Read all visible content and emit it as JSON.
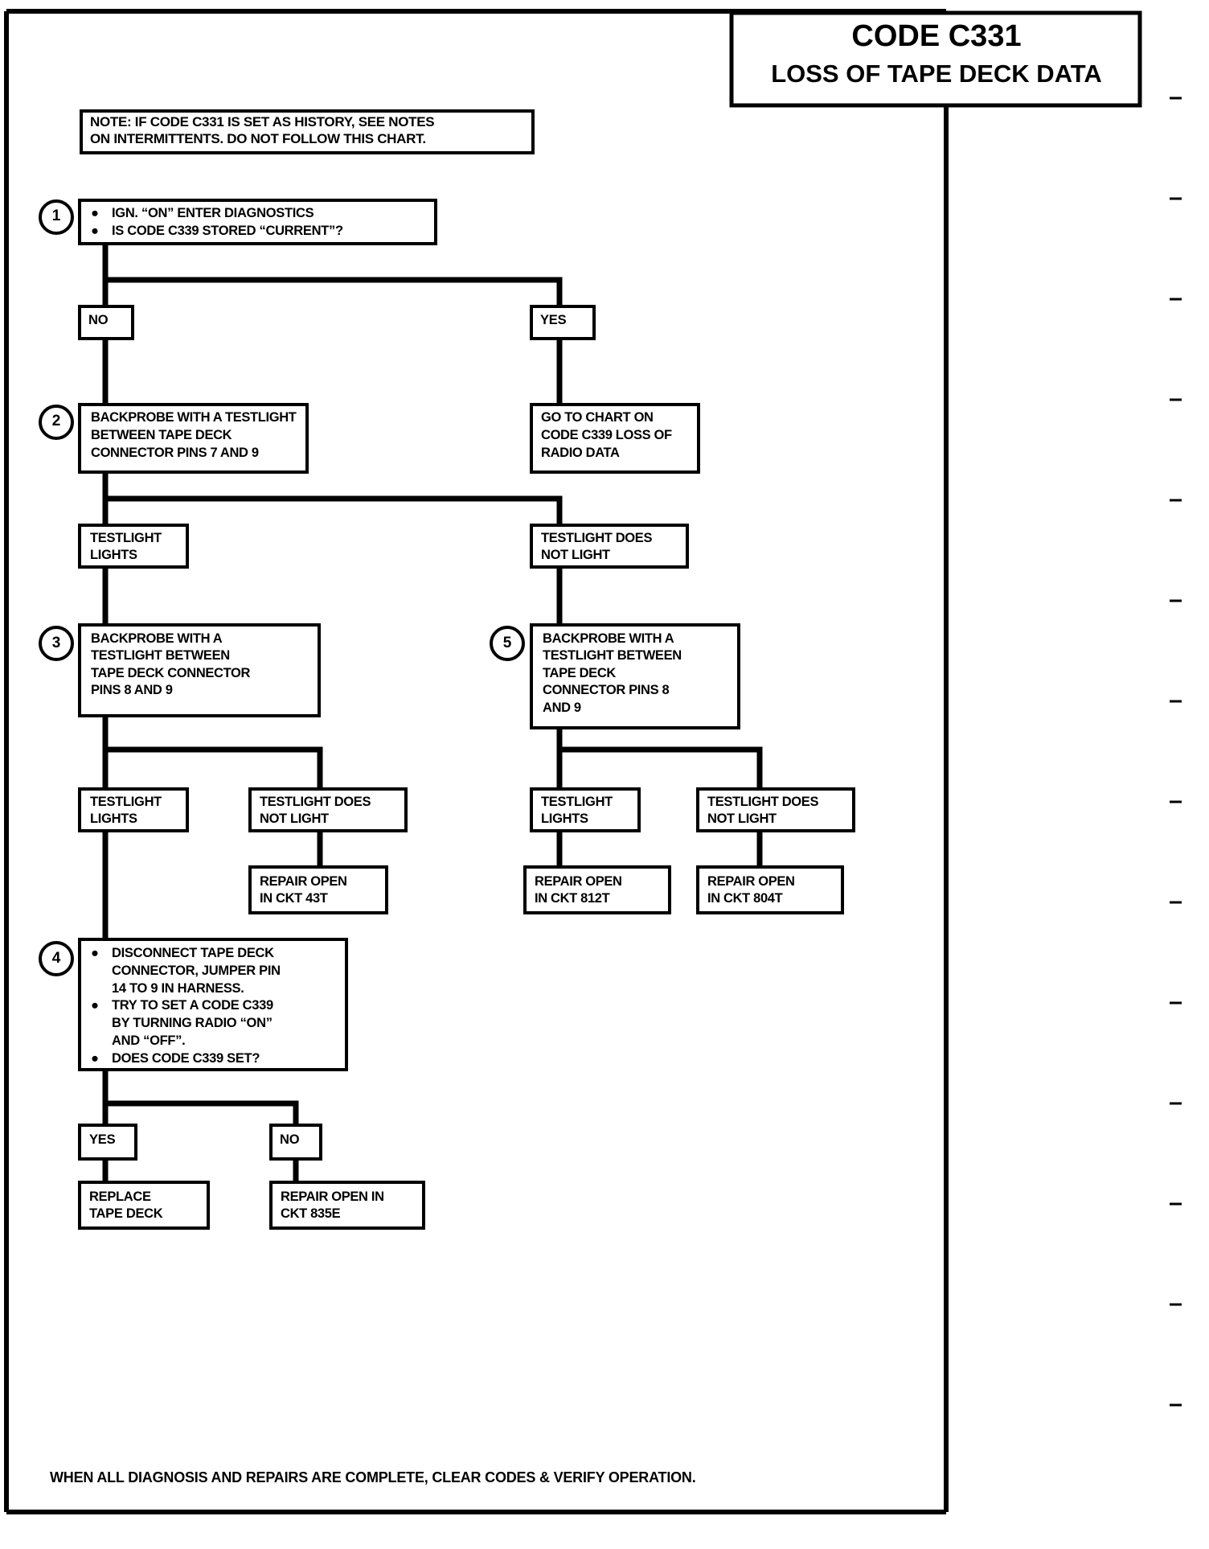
{
  "document": {
    "title_line1": "CODE C331",
    "title_line2": "LOSS OF TAPE DECK DATA",
    "note": {
      "line1": "NOTE:  IF CODE C331 IS SET AS HISTORY, SEE NOTES",
      "line2": "ON INTERMITTENTS.  DO NOT FOLLOW THIS CHART."
    },
    "footer": "WHEN ALL DIAGNOSIS AND REPAIRS ARE COMPLETE, CLEAR CODES & VERIFY OPERATION."
  },
  "chart_data": {
    "type": "diagram",
    "diagram_kind": "automotive-diagnostic-flowchart",
    "steps": [
      {
        "number": "1",
        "lines": [
          "IGN. “ON” ENTER DIAGNOSTICS",
          "IS CODE C339 STORED “CURRENT”?"
        ],
        "bulleted": true
      },
      {
        "number": "2",
        "lines": [
          "BACKPROBE WITH A TESTLIGHT",
          "BETWEEN TAPE DECK",
          "CONNECTOR PINS 7 AND 9"
        ],
        "bulleted": false
      },
      {
        "number": "3",
        "lines": [
          "BACKPROBE WITH A",
          "TESTLIGHT BETWEEN",
          "TAPE DECK CONNECTOR",
          "PINS 8 AND 9"
        ],
        "bulleted": false
      },
      {
        "number": "4",
        "lines": [
          "DISCONNECT TAPE DECK",
          "CONNECTOR, JUMPER PIN",
          "14 TO 9 IN HARNESS.",
          "TRY TO SET A CODE C339",
          "BY TURNING RADIO “ON”",
          "AND “OFF”.",
          "DOES CODE C339 SET?"
        ],
        "bulleted": true
      },
      {
        "number": "5",
        "lines": [
          "BACKPROBE WITH A",
          "TESTLIGHT BETWEEN",
          "TAPE DECK",
          "CONNECTOR PINS 8",
          "AND 9"
        ],
        "bulleted": false
      }
    ],
    "result_boxes": [
      {
        "id": "no-1",
        "lines": [
          "NO"
        ]
      },
      {
        "id": "yes-1",
        "lines": [
          "YES"
        ]
      },
      {
        "id": "goto-c339",
        "lines": [
          "GO TO CHART ON",
          "CODE C339 LOSS OF",
          "RADIO DATA"
        ]
      },
      {
        "id": "tl-lights-2",
        "lines": [
          "TESTLIGHT",
          "LIGHTS"
        ]
      },
      {
        "id": "tl-not-2",
        "lines": [
          "TESTLIGHT DOES",
          "NOT LIGHT"
        ]
      },
      {
        "id": "tl-lights-3",
        "lines": [
          "TESTLIGHT",
          "LIGHTS"
        ]
      },
      {
        "id": "tl-not-3",
        "lines": [
          "TESTLIGHT DOES",
          "NOT LIGHT"
        ]
      },
      {
        "id": "tl-lights-5",
        "lines": [
          "TESTLIGHT",
          "LIGHTS"
        ]
      },
      {
        "id": "tl-not-5",
        "lines": [
          "TESTLIGHT DOES",
          "NOT LIGHT"
        ]
      },
      {
        "id": "repair-43t",
        "lines": [
          "REPAIR OPEN",
          "IN CKT 43T"
        ]
      },
      {
        "id": "repair-812t",
        "lines": [
          "REPAIR OPEN",
          "IN CKT 812T"
        ]
      },
      {
        "id": "repair-804t",
        "lines": [
          "REPAIR OPEN",
          "IN CKT 804T"
        ]
      },
      {
        "id": "yes-4",
        "lines": [
          "YES"
        ]
      },
      {
        "id": "no-4",
        "lines": [
          "NO"
        ]
      },
      {
        "id": "replace-td",
        "lines": [
          "REPLACE",
          "TAPE DECK"
        ]
      },
      {
        "id": "repair-835e",
        "lines": [
          "REPAIR OPEN IN",
          "CKT 835E"
        ]
      }
    ],
    "colors": {
      "ink": "#000000",
      "paper": "#ffffff"
    }
  }
}
